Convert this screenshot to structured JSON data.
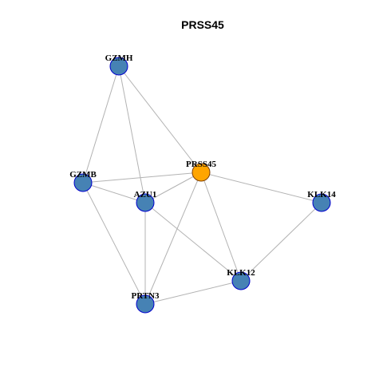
{
  "title": "PRSS45",
  "colors": {
    "default_node_fill": "#4682B4",
    "default_node_stroke": "#0000CD",
    "center_node_fill": "#FFA500",
    "center_node_stroke": "#7F3F00",
    "edge": "#B3B3B3"
  },
  "nodes": [
    {
      "id": "GZMH",
      "label": "GZMH",
      "center": false
    },
    {
      "id": "PRSS45",
      "label": "PRSS45",
      "center": true
    },
    {
      "id": "GZMB",
      "label": "GZMB",
      "center": false
    },
    {
      "id": "AZU1",
      "label": "AZU1",
      "center": false
    },
    {
      "id": "KLK14",
      "label": "KLK14",
      "center": false
    },
    {
      "id": "KLK12",
      "label": "KLK12",
      "center": false
    },
    {
      "id": "PRTN3",
      "label": "PRTN3",
      "center": false
    }
  ],
  "edges": [
    [
      "GZMH",
      "GZMB"
    ],
    [
      "GZMH",
      "AZU1"
    ],
    [
      "GZMH",
      "PRSS45"
    ],
    [
      "GZMB",
      "PRSS45"
    ],
    [
      "GZMB",
      "AZU1"
    ],
    [
      "GZMB",
      "PRTN3"
    ],
    [
      "PRSS45",
      "AZU1"
    ],
    [
      "PRSS45",
      "KLK14"
    ],
    [
      "PRSS45",
      "KLK12"
    ],
    [
      "PRSS45",
      "PRTN3"
    ],
    [
      "AZU1",
      "PRTN3"
    ],
    [
      "AZU1",
      "KLK12"
    ],
    [
      "KLK14",
      "KLK12"
    ],
    [
      "KLK12",
      "PRTN3"
    ]
  ]
}
